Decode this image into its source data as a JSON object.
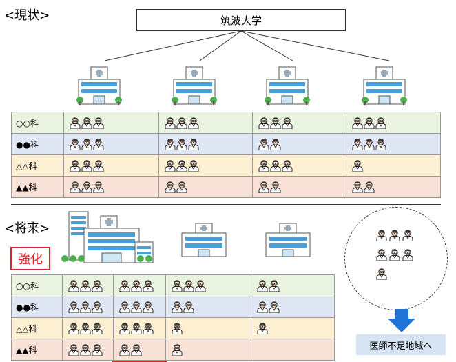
{
  "current_heading": "<現状>",
  "future_heading": "<将来>",
  "university": "筑波大学",
  "strengthen_label": "強化",
  "destination_label": "医師不足地域へ",
  "departments": [
    "○○科",
    "●●科",
    "△△科",
    "▲▲科"
  ],
  "row_colors": [
    "#eaf2e0",
    "#dfe6f4",
    "#fdf0d2",
    "#f8e1d7"
  ],
  "accent_red": "#e0202a",
  "arrow_blue": "#1f73d6",
  "current_doctor_counts": [
    [
      3,
      3,
      3,
      3
    ],
    [
      3,
      3,
      2,
      3
    ],
    [
      3,
      3,
      3,
      1
    ],
    [
      3,
      2,
      2,
      2
    ]
  ],
  "future_doctor_counts": {
    "hub_existing": [
      3,
      3,
      3,
      3
    ],
    "hub_added": [
      3,
      3,
      3,
      2
    ],
    "hospital_2": [
      3,
      2,
      1,
      1
    ],
    "hospital_3": [
      2,
      2,
      1,
      0
    ]
  },
  "shortage_pool_doctor_rows": [
    3,
    3,
    1
  ]
}
